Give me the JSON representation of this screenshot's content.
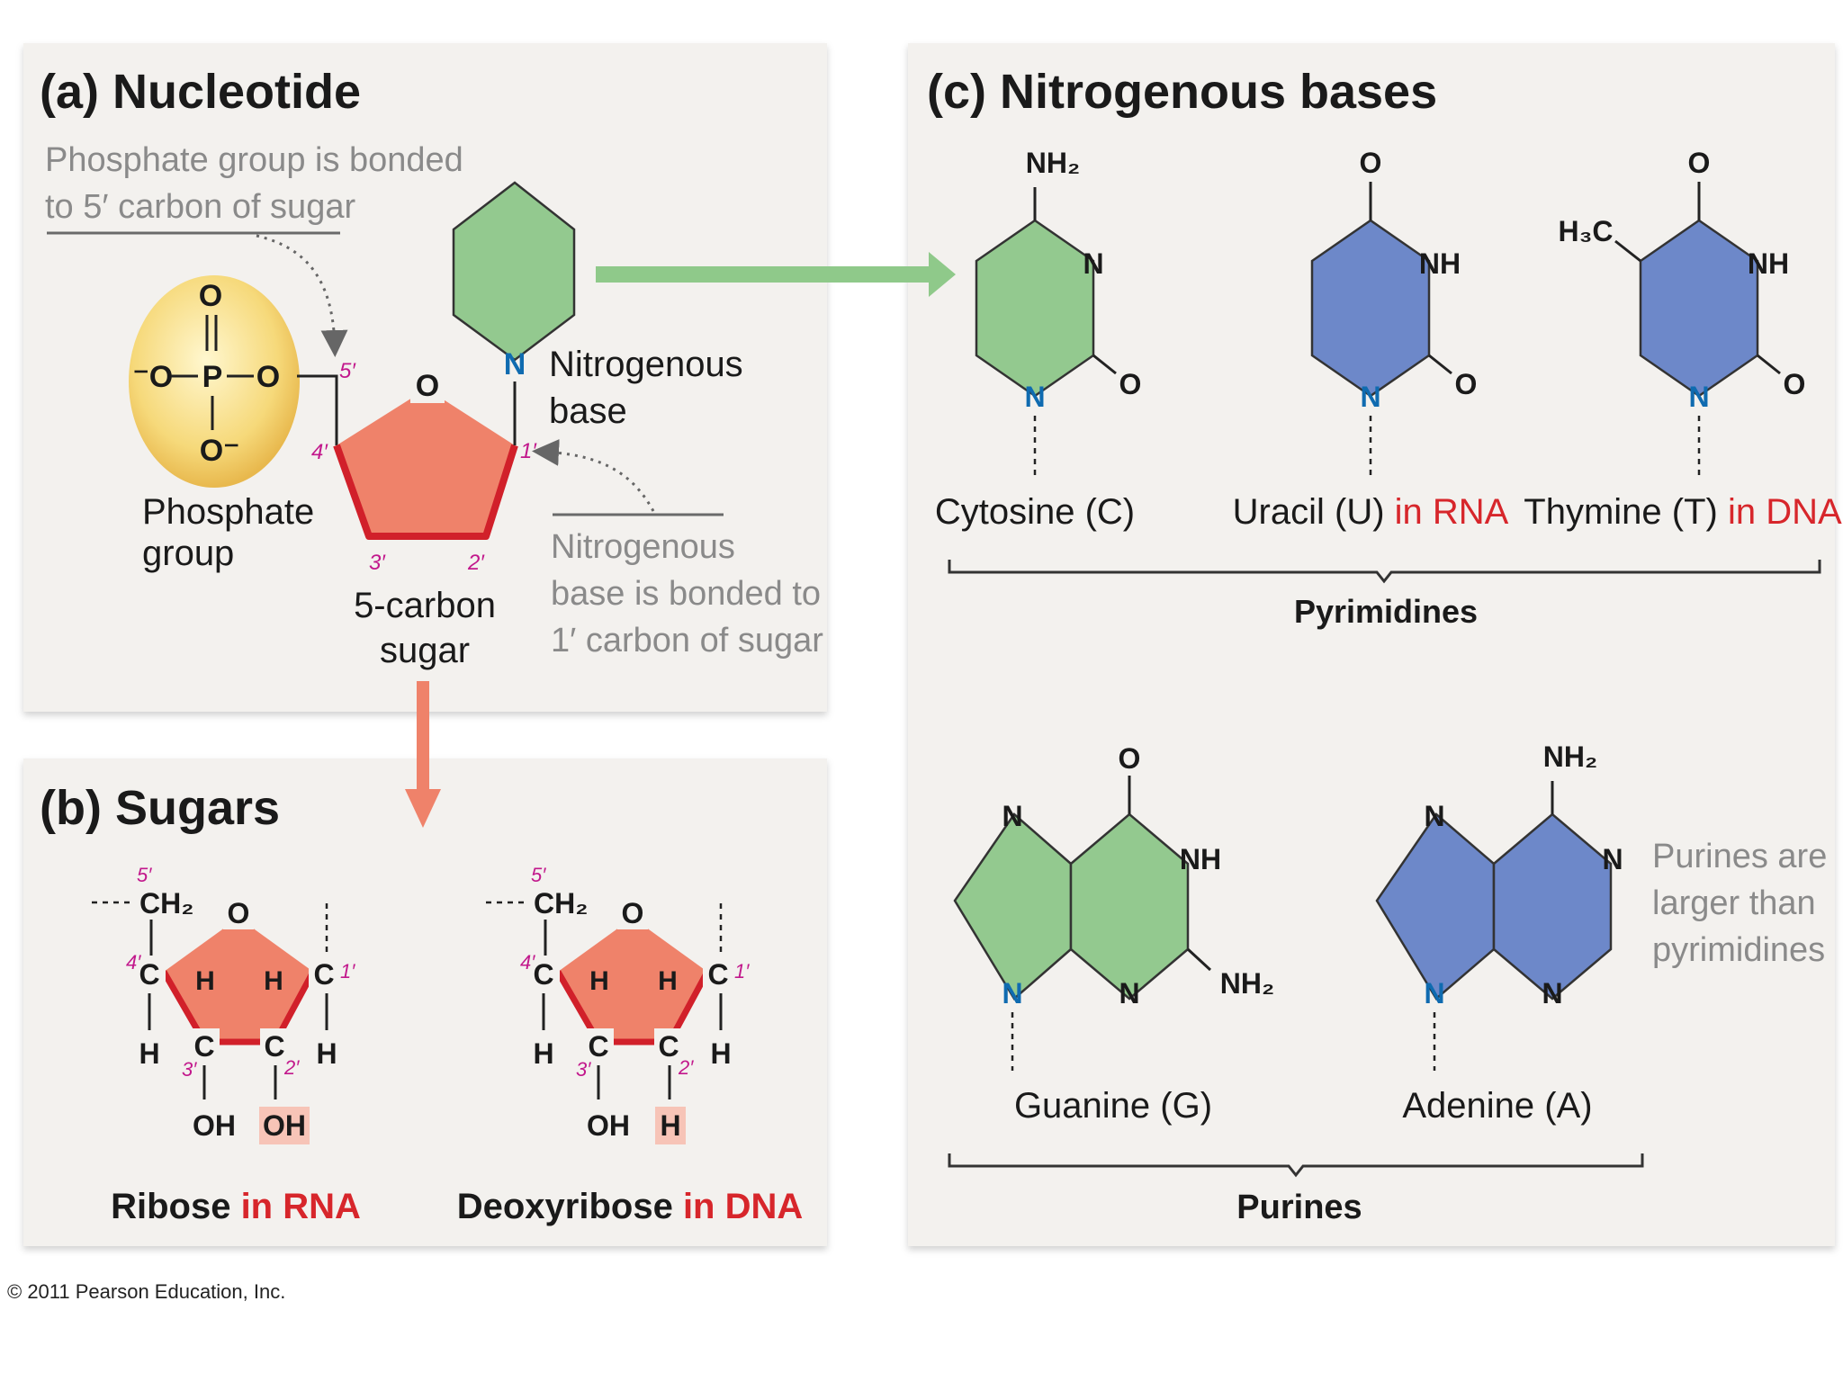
{
  "panel_a": {
    "title": "(a) Nucleotide",
    "phosphate_note_line1": "Phosphate group is bonded",
    "phosphate_note_line2": "to 5′ carbon of sugar",
    "phosphate_label_line1": "Phosphate",
    "phosphate_label_line2": "group",
    "sugar_label_line1": "5-carbon",
    "sugar_label_line2": "sugar",
    "base_label_line1": "Nitrogenous",
    "base_label_line2": "base",
    "base_note_line1": "Nitrogenous",
    "base_note_line2": "base is bonded to",
    "base_note_line3": "1′ carbon of sugar",
    "phosphate_atoms": {
      "o_top": "O",
      "o_left": "⁻O",
      "p": "P",
      "o_right": "O",
      "o_bottom": "O⁻"
    },
    "ring_o": "O",
    "ring_n": "N",
    "carbons": {
      "c5": "5′",
      "c4": "4′",
      "c3": "3′",
      "c2": "2′",
      "c1": "1′"
    }
  },
  "panel_b": {
    "title": "(b) Sugars",
    "ribose": {
      "name": "Ribose",
      "suffix": " in RNA",
      "ch2": "CH₂",
      "o": "O",
      "c": "C",
      "h": "H",
      "oh": "OH",
      "oh2": "OH",
      "n5": "5′",
      "n4": "4′",
      "n3": "3′",
      "n2": "2′",
      "n1": "1′"
    },
    "deoxyribose": {
      "name": "Deoxyribose",
      "suffix": " in DNA",
      "ch2": "CH₂",
      "o": "O",
      "c": "C",
      "h": "H",
      "oh": "OH",
      "h2": "H",
      "n5": "5′",
      "n4": "4′",
      "n3": "3′",
      "n2": "2′",
      "n1": "1′"
    }
  },
  "panel_c": {
    "title": "(c) Nitrogenous bases",
    "cytosine": {
      "name": "Cytosine (C)",
      "nh2": "NH₂",
      "n": "N",
      "o": "O"
    },
    "uracil": {
      "name": "Uracil (U)",
      "suffix": " in RNA",
      "o": "O",
      "nh": "NH",
      "n": "N"
    },
    "thymine": {
      "name": "Thymine (T)",
      "suffix": " in DNA",
      "h3c": "H₃C",
      "o": "O",
      "nh": "NH",
      "n": "N"
    },
    "pyrimidines": "Pyrimidines",
    "guanine": {
      "name": "Guanine (G)",
      "o": "O",
      "n": "N",
      "nh": "NH",
      "nh2": "NH₂"
    },
    "adenine": {
      "name": "Adenine (A)",
      "nh2": "NH₂",
      "n": "N"
    },
    "purines": "Purines",
    "purine_note_line1": "Purines are",
    "purine_note_line2": "larger than",
    "purine_note_line3": "pyrimidines"
  },
  "copyright": "© 2011 Pearson Education, Inc.",
  "colors": {
    "green_base": "#93c98f",
    "blue_base": "#6d88c9",
    "sugar": "#ef826a",
    "sugar_edge": "#d1202a",
    "accent_red": "#d7262b",
    "n_blue": "#0f6bb0",
    "carbon_num": "#c2188c",
    "panel_bg": "#f3f1ee"
  }
}
